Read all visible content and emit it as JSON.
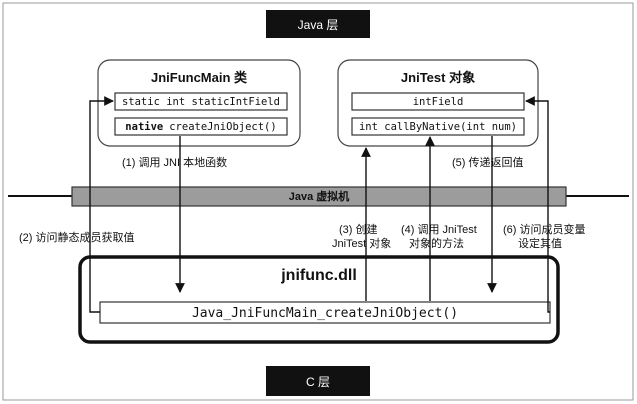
{
  "layers": {
    "java": "Java 层",
    "c": "C 层"
  },
  "jni_func_main": {
    "title": "JniFuncMain 类",
    "field": "static int staticIntField",
    "method_keyword": "native",
    "method": "createJniObject()"
  },
  "jni_test": {
    "title": "JniTest 对象",
    "field": "intField",
    "method": "int callByNative(int num)"
  },
  "vm": {
    "label": "Java 虚拟机"
  },
  "dll": {
    "title": "jnifunc.dll",
    "function": "Java_JniFuncMain_createJniObject()"
  },
  "steps": {
    "s1": "(1) 调用 JNI 本地函数",
    "s2": "(2) 访问静态成员获取值",
    "s3_line1": "(3) 创建",
    "s3_line2": "JniTest 对象",
    "s4_line1": "(4) 调用 JniTest",
    "s4_line2": "对象的方法",
    "s5": "(5) 传递返回值",
    "s6_line1": "(6) 访问成员变量",
    "s6_line2": "设定其值"
  }
}
